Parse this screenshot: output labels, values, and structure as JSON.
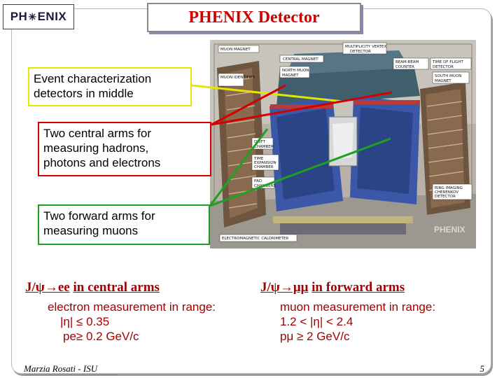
{
  "logo": {
    "left": "PH",
    "right": "ENIX"
  },
  "title": "PHENIX Detector",
  "callouts": {
    "event_characterization": [
      "Event characterization",
      "detectors in middle"
    ],
    "central_arms": [
      "Two central arms for",
      "measuring hadrons,",
      "photons and electrons"
    ],
    "forward_arms": [
      "Two forward arms for",
      "measuring muons"
    ]
  },
  "photo": {
    "labels": {
      "muon_magnet": "MUON MAGNET",
      "muon_identifier": "MUON IDENTIFIER",
      "multiplicity": [
        "MULTIPLICITY VERTEX",
        "DETECTOR"
      ],
      "central_magnet": "CENTRAL MAGNET",
      "north_muon_magnet": [
        "NORTH MUON",
        "MAGNET"
      ],
      "south_muon_magnet": [
        "SOUTH MUON",
        "MAGNET"
      ],
      "beam_beam": [
        "BEAM-BEAM",
        "COUNTER"
      ],
      "time_of_flight": [
        "TIME OF FLIGHT",
        "DETECTOR"
      ],
      "drift_chamber": [
        "DRIFT",
        "CHAMBER"
      ],
      "tec": [
        "TIME",
        "EXPANSION",
        "CHAMBER"
      ],
      "pad_chambers": [
        "PAD",
        "CHAMBERS"
      ],
      "rich": [
        "RING IMAGING",
        "CHERENKOV",
        "DETECTOR"
      ],
      "em_calorimeter": "ELECTROMAGNETIC CALORIMETER",
      "watermark": "PHENIX"
    }
  },
  "sections": {
    "left": {
      "heading": "J/ψ→ee",
      "heading_suffix": "in central arms",
      "line1": "electron measurement in range:",
      "line2": "|η| ≤ 0.35",
      "line3": "pe≥ 0.2 GeV/c"
    },
    "right": {
      "heading": "J/ψ→μμ",
      "heading_suffix": "in forward arms",
      "line1": "muon measurement in range:",
      "line2": "1.2 < |η| < 2.4",
      "line3": "pμ ≥ 2 GeV/c"
    }
  },
  "footer": {
    "author": "Marzia Rosati - ISU",
    "page": "5"
  },
  "colors": {
    "title": "#cc0000",
    "body_red": "#a40000",
    "yellow": "#e6e600",
    "red": "#d40000",
    "green": "#20a020"
  }
}
